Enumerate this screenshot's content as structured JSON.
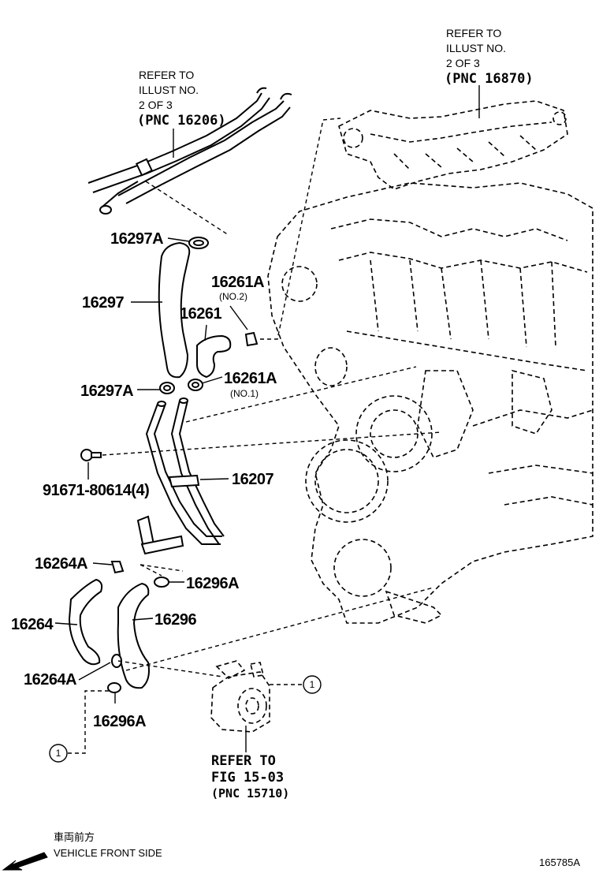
{
  "refs": {
    "top_left": {
      "line1": "REFER TO",
      "line2": "ILLUST NO.",
      "line3": "2 OF 3",
      "line4": "(PNC 16206)"
    },
    "top_right": {
      "line1": "REFER TO",
      "line2": "ILLUST NO.",
      "line3": "2 OF 3",
      "line4": "(PNC 16870)"
    },
    "bottom": {
      "line1": "REFER TO",
      "line2": "FIG 15-03",
      "line3": "(PNC 15710)"
    }
  },
  "labels": {
    "p16297A_top": "16297A",
    "p16297": "16297",
    "p16261A_top": "16261A",
    "p16261A_top_sub": "(NO.2)",
    "p16261": "16261",
    "p16297A_bot": "16297A",
    "p16261A_bot": "16261A",
    "p16261A_bot_sub": "(NO.1)",
    "p91671": "91671-80614(4)",
    "p16207": "16207",
    "p16264A_top": "16264A",
    "p16296A_top": "16296A",
    "p16264": "16264",
    "p16296": "16296",
    "p16264A_bot": "16264A",
    "p16296A_bot": "16296A"
  },
  "markers": {
    "circle_right": "1",
    "circle_left": "1"
  },
  "footer": {
    "jp_direction": "車両前方",
    "en_direction": "VEHICLE FRONT SIDE",
    "figure_id": "165785A"
  },
  "icons": {
    "direction_arrow": "arrow-down-left-icon"
  }
}
